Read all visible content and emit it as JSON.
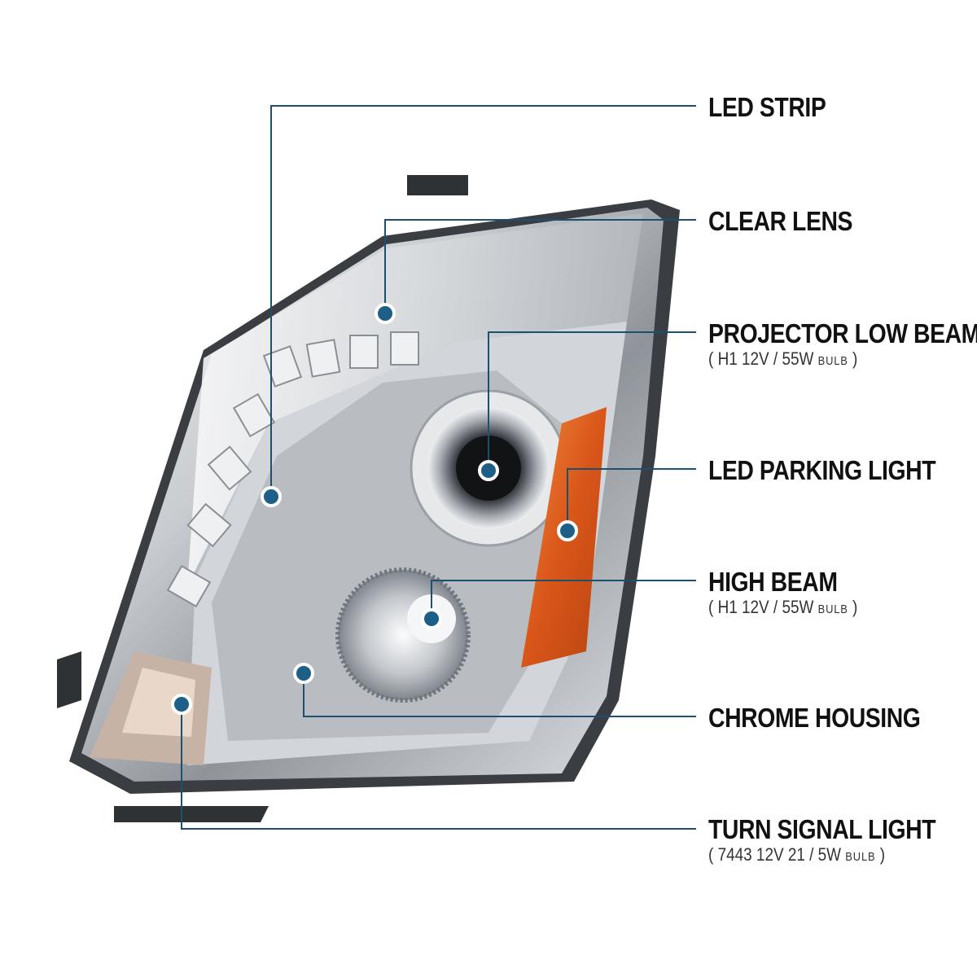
{
  "callouts": [
    {
      "id": "led-strip",
      "title": "LED STRIP",
      "spec": null
    },
    {
      "id": "clear-lens",
      "title": "CLEAR LENS",
      "spec": null
    },
    {
      "id": "projector-low-beam",
      "title": "PROJECTOR LOW BEAM",
      "spec": {
        "open": "(",
        "main": "H1  12V / 55W",
        "unit": "BULB",
        "close": ")"
      }
    },
    {
      "id": "led-parking-light",
      "title": "LED PARKING LIGHT",
      "spec": null
    },
    {
      "id": "high-beam",
      "title": "HIGH BEAM",
      "spec": {
        "open": "(",
        "main": "H1  12V / 55W",
        "unit": "BULB",
        "close": ")"
      }
    },
    {
      "id": "chrome-housing",
      "title": "CHROME HOUSING",
      "spec": null
    },
    {
      "id": "turn-signal-light",
      "title": "TURN SIGNAL LIGHT",
      "spec": {
        "open": "(",
        "main": "7443  12V  21 / 5W",
        "unit": "BULB",
        "close": ")"
      }
    }
  ],
  "colors": {
    "leader_line": "#1d4f6e",
    "marker_fill": "#1d5f86",
    "marker_ring": "#ffffff",
    "amber": "#e0621a"
  }
}
